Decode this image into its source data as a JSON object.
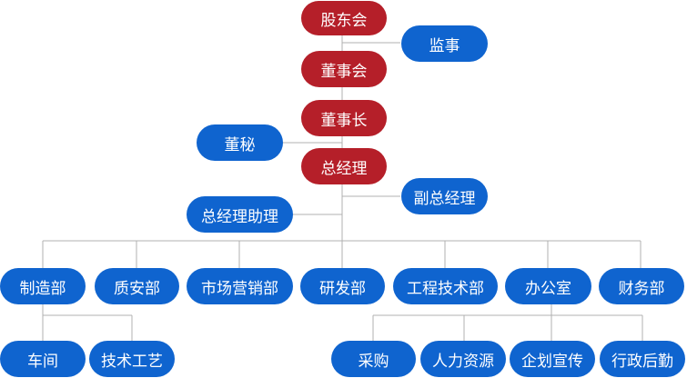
{
  "org": {
    "shareholders": "股东会",
    "supervisor": "监事",
    "board": "董事会",
    "chairman": "董事长",
    "secretary": "董秘",
    "gm": "总经理",
    "vice_gm": "副总经理",
    "gm_assistant": "总经理助理",
    "departments": [
      "制造部",
      "质安部",
      "市场营销部",
      "研发部",
      "工程技术部",
      "办公室",
      "财务部"
    ],
    "manufacturing_units": [
      "车间",
      "技术工艺"
    ],
    "office_units": [
      "采购",
      "人力资源",
      "企划宣传",
      "行政后勤"
    ]
  },
  "colors": {
    "executive": "#b51f29",
    "department": "#0f64cf",
    "connector": "#b0b0b0"
  }
}
